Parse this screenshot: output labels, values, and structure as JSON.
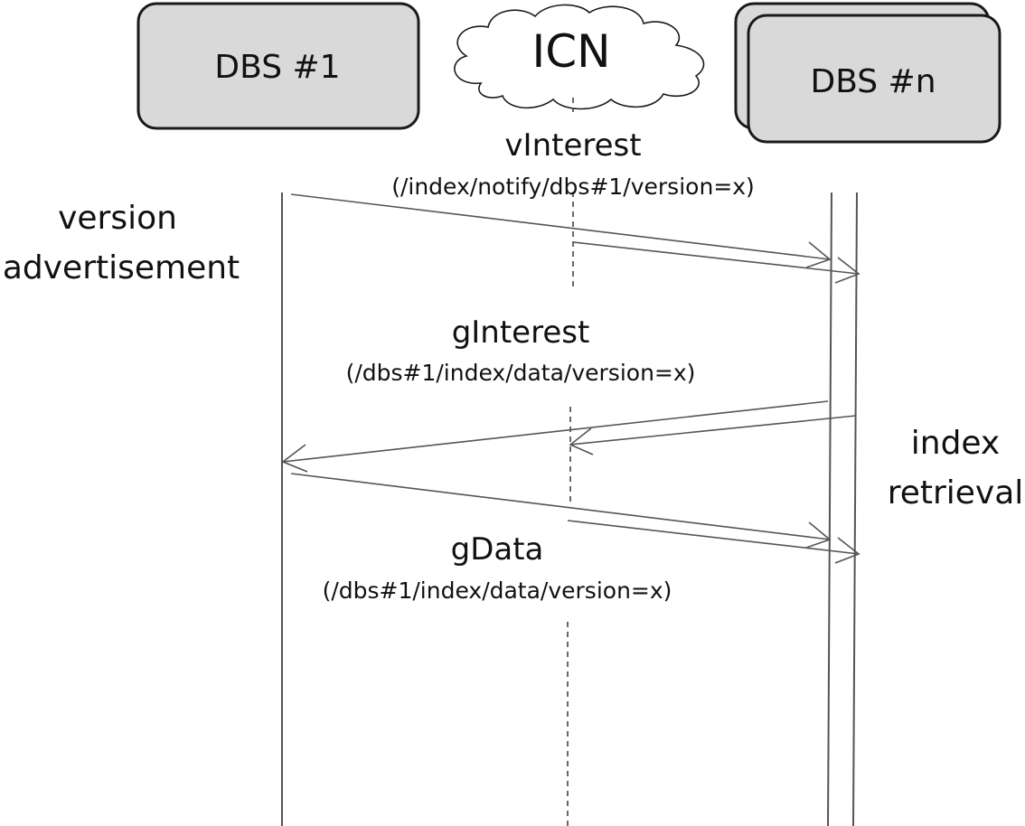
{
  "nodes": {
    "dbs1": "DBS #1",
    "dbsn": "DBS #n",
    "icn": "ICN"
  },
  "messages": {
    "vinterest": {
      "name": "vInterest",
      "path": "(/index/notify/dbs#1/version=x)"
    },
    "ginterest": {
      "name": "gInterest",
      "path": "(/dbs#1/index/data/version=x)"
    },
    "gdata": {
      "name": "gData",
      "path": "(/dbs#1/index/data/version=x)"
    }
  },
  "phases": {
    "version_ad": [
      "version",
      "advertisement"
    ],
    "index_retrieval": [
      "index",
      "retrieval"
    ]
  }
}
